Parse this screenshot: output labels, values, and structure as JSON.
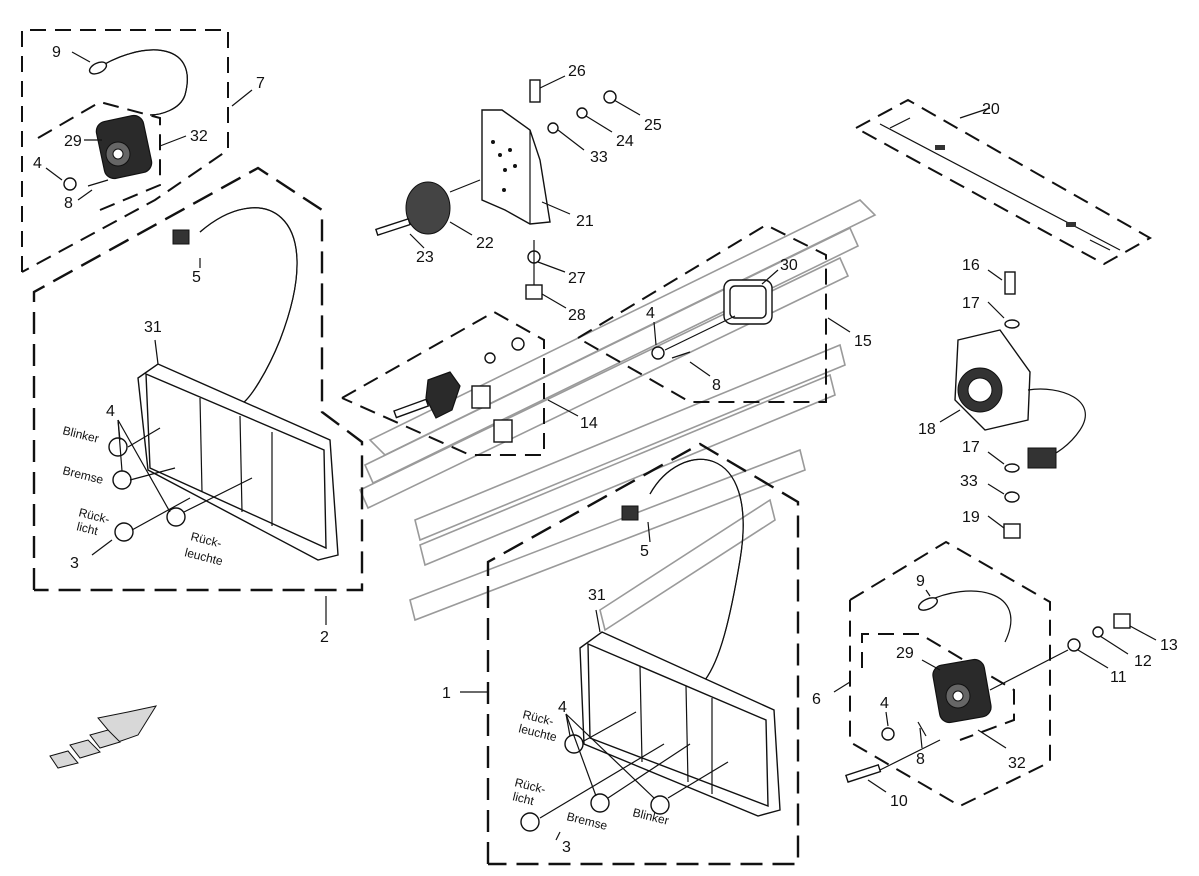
{
  "callouts": {
    "n1": "1",
    "n2": "2",
    "n3a": "3",
    "n3b": "3",
    "n4a": "4",
    "n4b": "4",
    "n4c": "4",
    "n4d": "4",
    "n4e": "4",
    "n5a": "5",
    "n5b": "5",
    "n6": "6",
    "n7": "7",
    "n8a": "8",
    "n8b": "8",
    "n8c": "8",
    "n9a": "9",
    "n9b": "9",
    "n10": "10",
    "n11": "11",
    "n12": "12",
    "n13": "13",
    "n14": "14",
    "n15": "15",
    "n16": "16",
    "n17a": "17",
    "n17b": "17",
    "n18": "18",
    "n19": "19",
    "n20": "20",
    "n21": "21",
    "n22": "22",
    "n23": "23",
    "n24": "24",
    "n25": "25",
    "n26": "26",
    "n27": "27",
    "n28": "28",
    "n29a": "29",
    "n29b": "29",
    "n30": "30",
    "n31a": "31",
    "n31b": "31",
    "n32a": "32",
    "n32b": "32",
    "n33a": "33",
    "n33b": "33"
  },
  "lamp_labels": {
    "blinker": "Blinker",
    "bremse": "Bremse",
    "rueck_licht_1": "Rück-",
    "rueck_licht_2": "licht",
    "rueck_leuchte_1": "Rück-",
    "rueck_leuchte_2": "leuchte"
  }
}
